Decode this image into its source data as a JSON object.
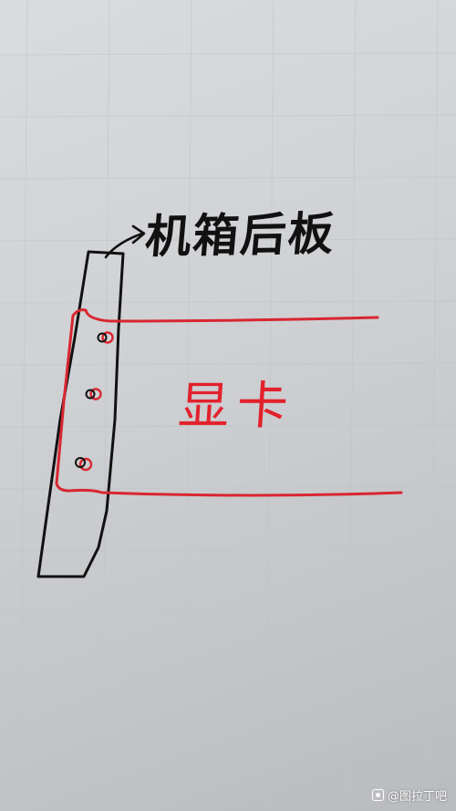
{
  "annotations": {
    "chassis_panel": "机箱后板",
    "graphics_card": "显卡"
  },
  "watermark": {
    "text": "@图拉丁吧",
    "icon": "camera-icon"
  },
  "colors": {
    "paper": "#d4d6d9",
    "ink_black": "#111111",
    "ink_red": "#e2212c"
  }
}
